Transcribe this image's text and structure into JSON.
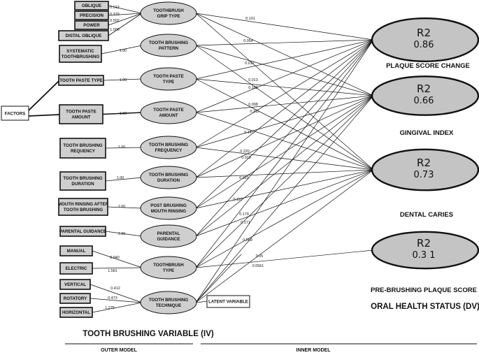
{
  "factors_label": "FACTORS",
  "indicators": [
    {
      "id": "oblique",
      "label": [
        "OBLIQUE"
      ],
      "loading": "0.512",
      "target": "grip"
    },
    {
      "id": "precision",
      "label": [
        "PRECISION"
      ],
      "loading": "0.370",
      "target": "grip"
    },
    {
      "id": "power",
      "label": [
        "POWER"
      ],
      "loading": "0.502",
      "target": "grip"
    },
    {
      "id": "distal-oblique",
      "label": [
        "DISTAL OBLIQUE"
      ],
      "loading": "1.000",
      "target": "grip"
    },
    {
      "id": "systematic",
      "label": [
        "SYSTEMATIC",
        "TOOTHBRUSHING"
      ],
      "loading": "1.00",
      "target": "pattern"
    },
    {
      "id": "paste-type-ind",
      "label": [
        "TOOTH PASTE TYPE"
      ],
      "loading": "1.00",
      "target": "pastetype"
    },
    {
      "id": "paste-amount-ind",
      "label": [
        "TOOTH PASTE",
        "AMOUNT"
      ],
      "loading": "1.00",
      "target": "pasteamount"
    },
    {
      "id": "frequency-ind",
      "label": [
        "TOOTH BRUSHING",
        "REQUENCY"
      ],
      "loading": "1.00",
      "target": "frequency"
    },
    {
      "id": "duration-ind",
      "label": [
        "TOOTH BRUSHING",
        "DURATION"
      ],
      "loading": "1.00",
      "target": "duration"
    },
    {
      "id": "rinsing-ind",
      "label": [
        "MOUTH RINSING AFTER",
        "TOOTH BRUSHING"
      ],
      "loading": "1.00",
      "target": "rinsing"
    },
    {
      "id": "parental-ind",
      "label": [
        "PARENTAL GUIDANCE"
      ],
      "loading": "1.00",
      "target": "parental"
    },
    {
      "id": "manual",
      "label": [
        "MANUAL"
      ],
      "loading": "0.940",
      "target": "brushtype"
    },
    {
      "id": "electric",
      "label": [
        "ELECTRIC"
      ],
      "loading": "1.581",
      "target": "brushtype"
    },
    {
      "id": "vertical",
      "label": [
        "VERTICAL"
      ],
      "loading": "0.412",
      "target": "technique"
    },
    {
      "id": "rotatory",
      "label": [
        "ROTATORY"
      ],
      "loading": "0.473",
      "target": "technique"
    },
    {
      "id": "horizontal",
      "label": [
        "HORIZONTAL"
      ],
      "loading": "1.275",
      "target": "technique"
    }
  ],
  "latent_variables": [
    {
      "id": "grip",
      "label": [
        "TOOTHBRUSH",
        "GRIP TYPE"
      ]
    },
    {
      "id": "pattern",
      "label": [
        "TOOTH BRUSHING",
        "PATTERN"
      ]
    },
    {
      "id": "pastetype",
      "label": [
        "TOOTH PASTE",
        "TYPE"
      ]
    },
    {
      "id": "pasteamount",
      "label": [
        "TOOTH PASTE",
        "AMOUNT"
      ]
    },
    {
      "id": "frequency",
      "label": [
        "TOOTH BRUSHING",
        "FREQUENCY"
      ]
    },
    {
      "id": "duration",
      "label": [
        "TOOTH BRUSHING",
        "DURATION"
      ]
    },
    {
      "id": "rinsing",
      "label": [
        "POST BRUSHING",
        "MOUTH RINSING"
      ]
    },
    {
      "id": "parental",
      "label": [
        "PARENTAL",
        "GUIDANCE"
      ]
    },
    {
      "id": "brushtype",
      "label": [
        "TOOTHBRUSH",
        "TYPE"
      ]
    },
    {
      "id": "technique",
      "label": [
        "TOOTH BRUSHING",
        "TECHNIQUE"
      ]
    }
  ],
  "outcomes": [
    {
      "id": "plaque",
      "r2_label": "R2",
      "r2": "0.86",
      "label": "PLAQUE SCORE CHANGE"
    },
    {
      "id": "gingival",
      "r2_label": "R2",
      "r2": "0.66",
      "label": "GINGIVAL INDEX"
    },
    {
      "id": "caries",
      "r2_label": "R2",
      "r2": "0.73",
      "label": "DENTAL CARIES"
    },
    {
      "id": "prebrushing",
      "r2_label": "R2",
      "r2": "0.3 1",
      "label": "PRE-BRUSHING PLAQUE SCORE"
    }
  ],
  "path_coefficients": [
    "0.101",
    "0.054",
    "0.012",
    "0.013",
    "0.195",
    "0.098",
    "0.211",
    "0.147",
    "0.220",
    "0.019",
    "0.021",
    "0.110",
    "0.179",
    "0.171",
    "0.069",
    "0.05",
    "0.0561"
  ],
  "latent_variable_legend": "LATENT VARIABLE",
  "oral_health_label": "ORAL HEALTH STATUS (DV)",
  "iv_label": "TOOTH BRUSHING VARIABLE (IV)",
  "outer_model_label": "OUTER MODEL",
  "inner_model_label": "INNER MODEL"
}
